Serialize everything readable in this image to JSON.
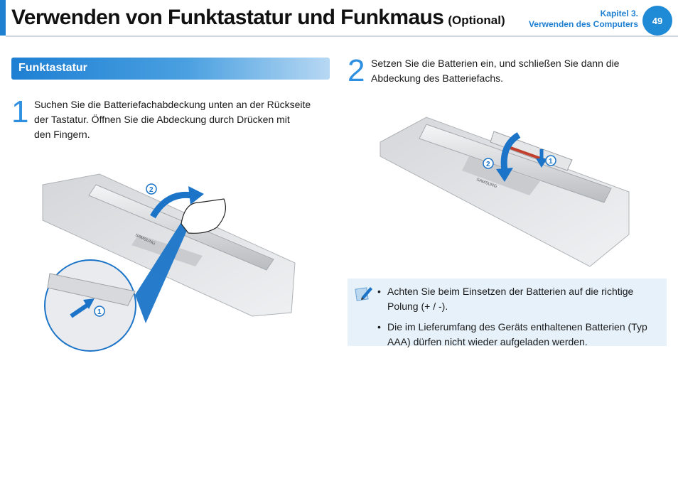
{
  "header": {
    "title": "Verwenden von Funktastatur und Funkmaus",
    "title_suffix": "(Optional)",
    "chapter": "Kapitel 3.",
    "chapter_title": "Verwenden des Computers",
    "page_number": "49"
  },
  "section": {
    "title": "Funktastatur"
  },
  "steps": [
    {
      "number": "1",
      "text_lines": [
        "Suchen Sie die Batteriefachabdeckung unten an der Rückseite",
        "der Tastatur. Öffnen Sie die Abdeckung durch Drücken mit",
        "den Fingern."
      ]
    },
    {
      "number": "2",
      "text_lines": [
        "Setzen Sie die Batterien ein, und schließen Sie dann die",
        "Abdeckung des Batteriefachs."
      ]
    }
  ],
  "figures": {
    "brand_label": "SAMSUNG",
    "marker_1": "1",
    "marker_2": "2"
  },
  "note": {
    "items": [
      "Achten Sie beim Einsetzen der Batterien auf die richtige Polung (+ / -).",
      "Die im Lieferumfang des Geräts enthaltenen Batterien (Typ AAA) dürfen nicht wieder aufgeladen werden."
    ]
  },
  "colors": {
    "accent": "#1f7fd1",
    "note_bg": "#e7f1fa"
  }
}
